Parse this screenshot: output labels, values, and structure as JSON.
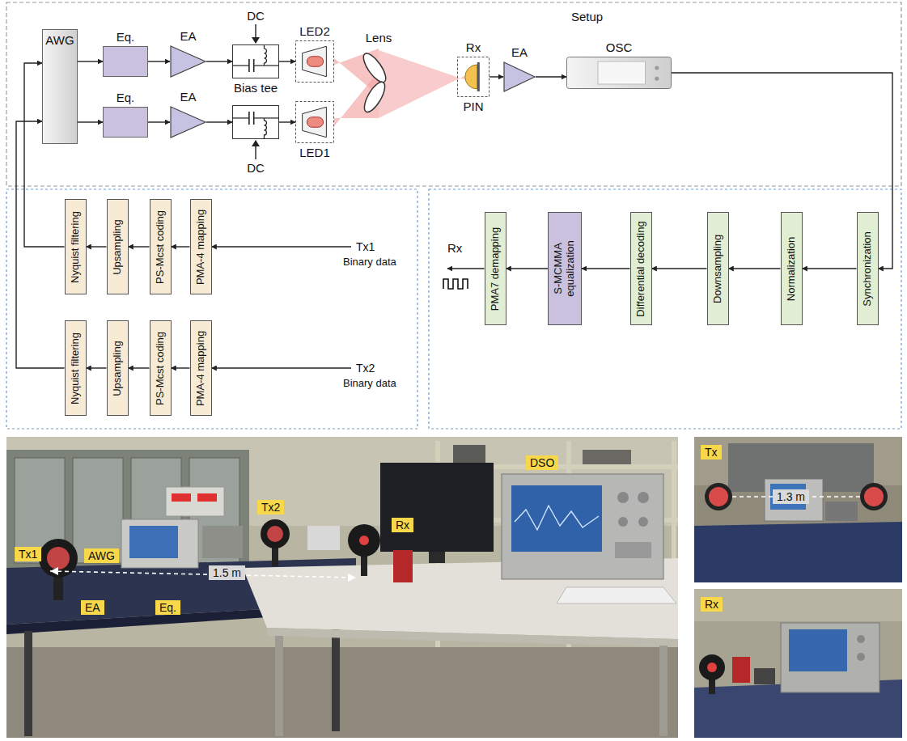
{
  "diagram": {
    "nodes": [
      {
        "text": [
          "AWG"
        ]
      },
      {
        "text": [
          "Eq."
        ]
      },
      {
        "text": [
          "EA"
        ]
      },
      {
        "text": [
          "DC",
          "Bias tee"
        ]
      },
      {
        "text": [
          "LED2"
        ]
      },
      {
        "text": [
          "Eq."
        ]
      },
      {
        "text": [
          "EA"
        ]
      },
      {
        "text": [
          "DC"
        ]
      },
      {
        "text": [
          "LED1"
        ]
      },
      {
        "text": [
          "Lens"
        ]
      },
      {
        "text": [
          "Rx",
          "PIN"
        ]
      },
      {
        "text": [
          "EA"
        ]
      },
      {
        "text": [
          "OSC"
        ]
      },
      {
        "text": [
          "Nyquist filtering"
        ]
      },
      {
        "text": [
          "Upsampling"
        ]
      },
      {
        "text": [
          "PS-Mcst coding"
        ]
      },
      {
        "text": [
          "PMA-4 mapping"
        ]
      },
      {
        "text": [
          "Nyquist filtering"
        ]
      },
      {
        "text": [
          "Upsampling"
        ]
      },
      {
        "text": [
          "PS-Mcst coding"
        ]
      },
      {
        "text": [
          "PMA-4 mapping"
        ]
      },
      {
        "text": [
          "PMA7 demapping"
        ]
      },
      {
        "text": [
          "S-MCMMA equalization"
        ]
      },
      {
        "text": [
          "Differential decoding"
        ]
      },
      {
        "text": [
          "Downsampling"
        ]
      },
      {
        "text": [
          "Normalization"
        ]
      },
      {
        "text": [
          "Synchronization"
        ]
      }
    ],
    "edges": [
      {
        "from": 0,
        "to": 1,
        "arrow": "to"
      },
      {
        "from": 1,
        "to": 2,
        "arrow": "to"
      },
      {
        "from": 2,
        "to": 3,
        "arrow": "to"
      },
      {
        "from": 3,
        "to": 4,
        "arrow": "to"
      },
      {
        "from": 0,
        "to": 5,
        "arrow": "to"
      },
      {
        "from": 5,
        "to": 6,
        "arrow": "to"
      },
      {
        "from": 6,
        "to": 7,
        "arrow": "to"
      },
      {
        "from": 7,
        "to": 8,
        "arrow": "to"
      },
      {
        "from": 10,
        "to": 11,
        "arrow": "to"
      },
      {
        "from": 11,
        "to": 12,
        "arrow": "to"
      },
      {
        "from": 12,
        "to": 26,
        "arrow": "to"
      },
      {
        "from": 26,
        "to": 25,
        "arrow": "to"
      },
      {
        "from": 25,
        "to": 24,
        "arrow": "to"
      },
      {
        "from": 24,
        "to": 23,
        "arrow": "to"
      },
      {
        "from": 23,
        "to": 22,
        "arrow": "to"
      },
      {
        "from": 22,
        "to": 21,
        "arrow": "to"
      },
      {
        "from": 16,
        "to": 15,
        "arrow": "to"
      },
      {
        "from": 15,
        "to": 14,
        "arrow": "to"
      },
      {
        "from": 14,
        "to": 13,
        "arrow": "to"
      },
      {
        "from": 13,
        "to": 0,
        "arrow": "to"
      },
      {
        "from": 20,
        "to": 19,
        "arrow": "to"
      },
      {
        "from": 19,
        "to": 18,
        "arrow": "to"
      },
      {
        "from": 18,
        "to": 17,
        "arrow": "to"
      },
      {
        "from": 17,
        "to": 0,
        "arrow": "to"
      }
    ],
    "labels": [
      "Setup",
      "Tx1",
      "Binary data",
      "Tx2",
      "Binary data",
      "Rx",
      "Tx1",
      "AWG",
      "1.5 m",
      "Tx2",
      "EA",
      "Eq.",
      "Rx",
      "DSO",
      "Tx",
      "1.3 m",
      "Rx"
    ]
  }
}
